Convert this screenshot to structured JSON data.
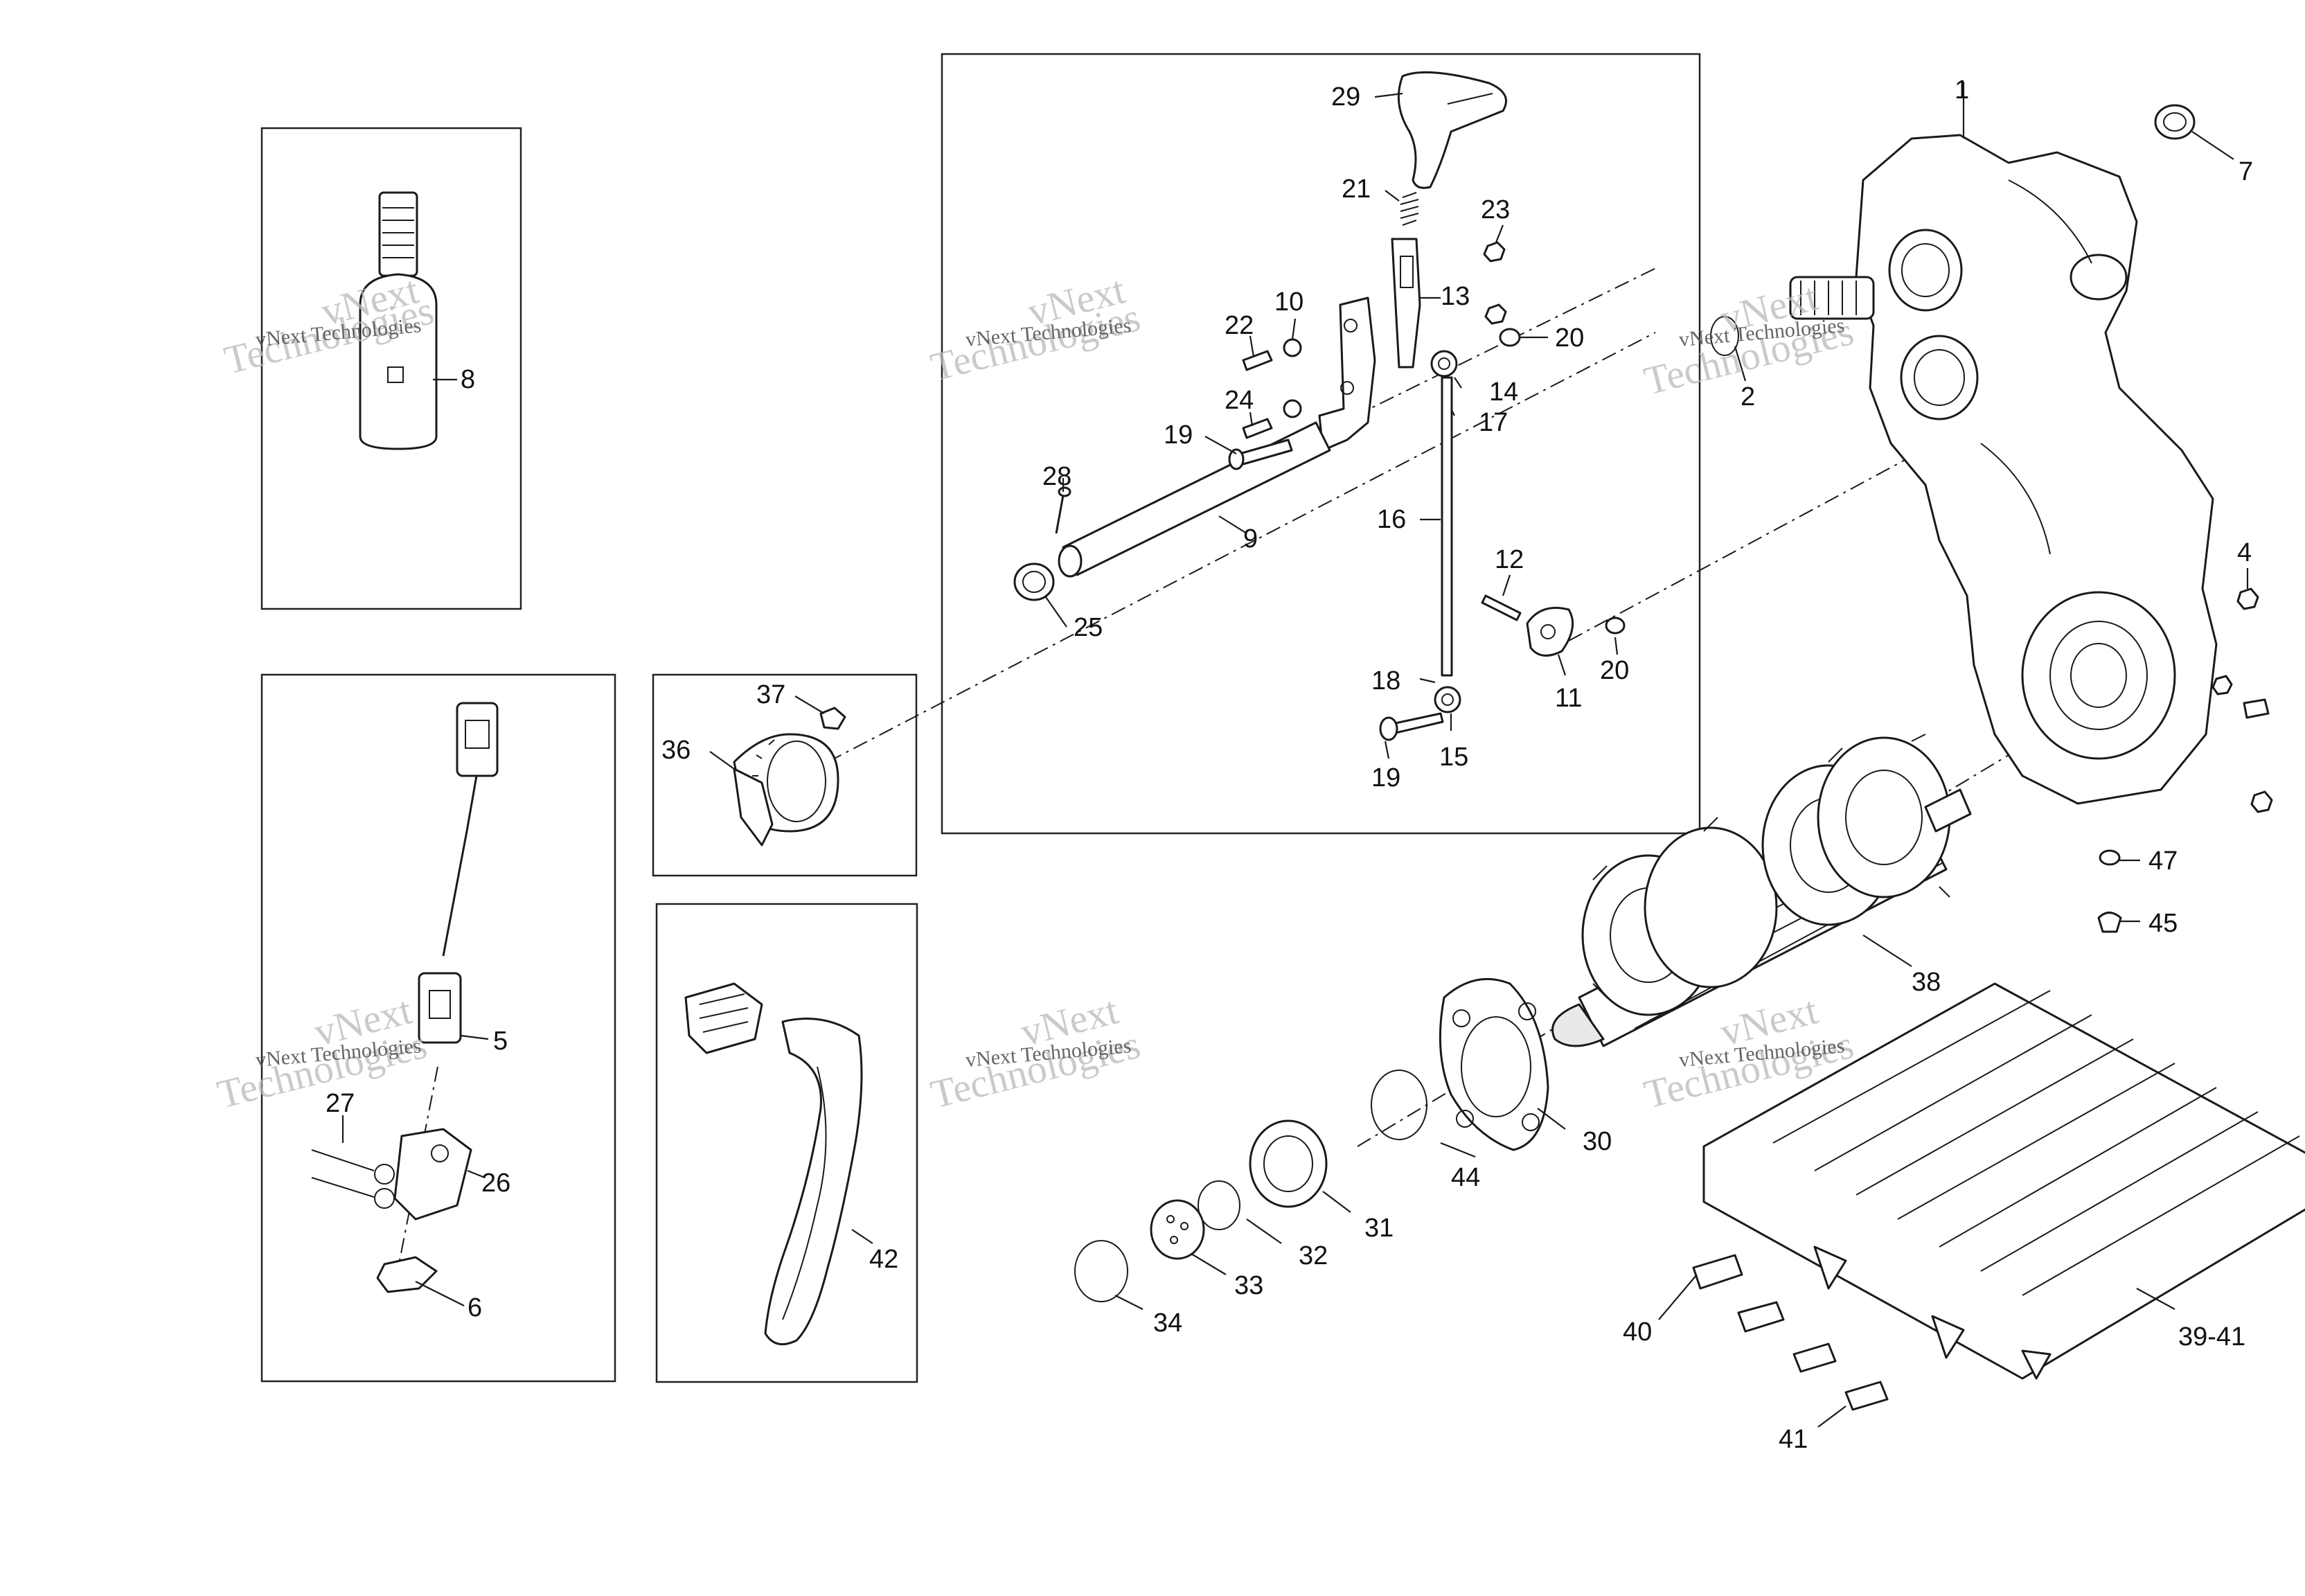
{
  "watermark": {
    "line1": "vNext Technologies",
    "line2": "vNext",
    "line3": "Technologies"
  },
  "callouts": [
    "1",
    "2",
    "4",
    "5",
    "6",
    "7",
    "8",
    "9",
    "10",
    "11",
    "12",
    "13",
    "14",
    "15",
    "16",
    "17",
    "18",
    "19",
    "19",
    "20",
    "20",
    "21",
    "22",
    "23",
    "24",
    "25",
    "26",
    "27",
    "28",
    "29",
    "30",
    "31",
    "32",
    "33",
    "34",
    "36",
    "37",
    "38",
    "39-41",
    "40",
    "41",
    "42",
    "44",
    "45",
    "47"
  ]
}
